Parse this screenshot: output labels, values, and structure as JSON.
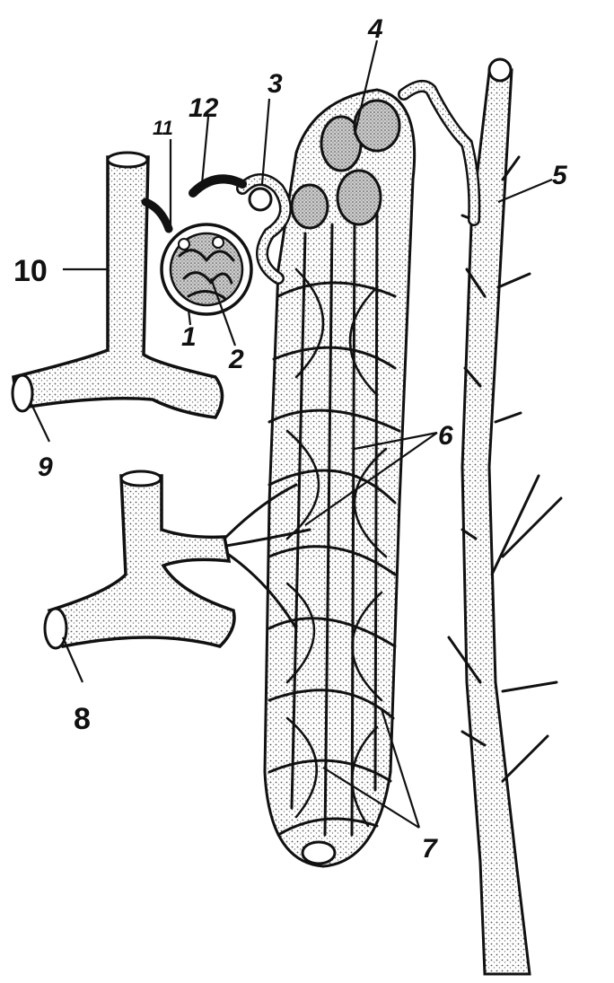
{
  "labels": {
    "l1": "1",
    "l2": "2",
    "l3": "3",
    "l4": "4",
    "l5": "5",
    "l6": "6",
    "l7": "7",
    "l8": "8",
    "l9": "9",
    "l10": "10",
    "l11": "11",
    "l12": "12"
  },
  "colors": {
    "ink": "#111111",
    "stipple": "#9a9a9a",
    "paper": "#ffffff"
  }
}
